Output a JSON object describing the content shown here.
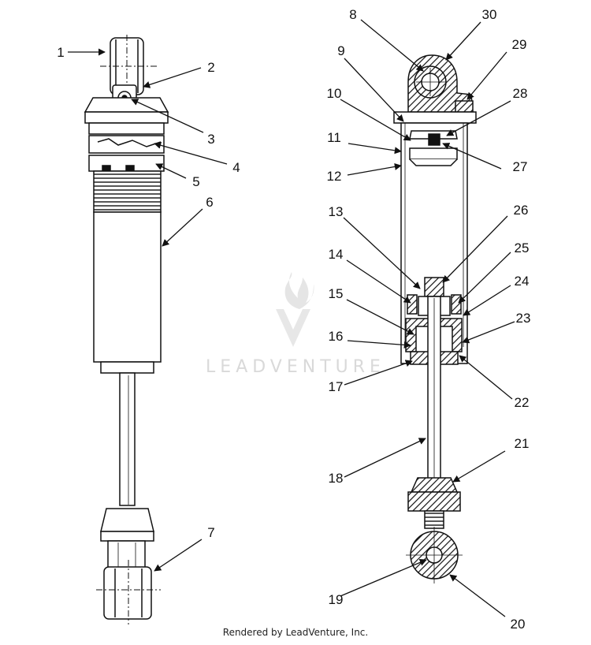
{
  "diagram": {
    "callouts": [
      "1",
      "2",
      "3",
      "4",
      "5",
      "6",
      "7",
      "8",
      "9",
      "10",
      "11",
      "12",
      "13",
      "14",
      "15",
      "16",
      "17",
      "18",
      "19",
      "20",
      "21",
      "22",
      "23",
      "24",
      "25",
      "26",
      "27",
      "28",
      "29",
      "30"
    ]
  },
  "watermark": {
    "text": "LEADVENTURE"
  },
  "footer": {
    "text": "Rendered by LeadVenture, Inc."
  },
  "colors": {
    "ink": "#111111",
    "watermark": "#d9d9d9",
    "background": "#ffffff"
  }
}
